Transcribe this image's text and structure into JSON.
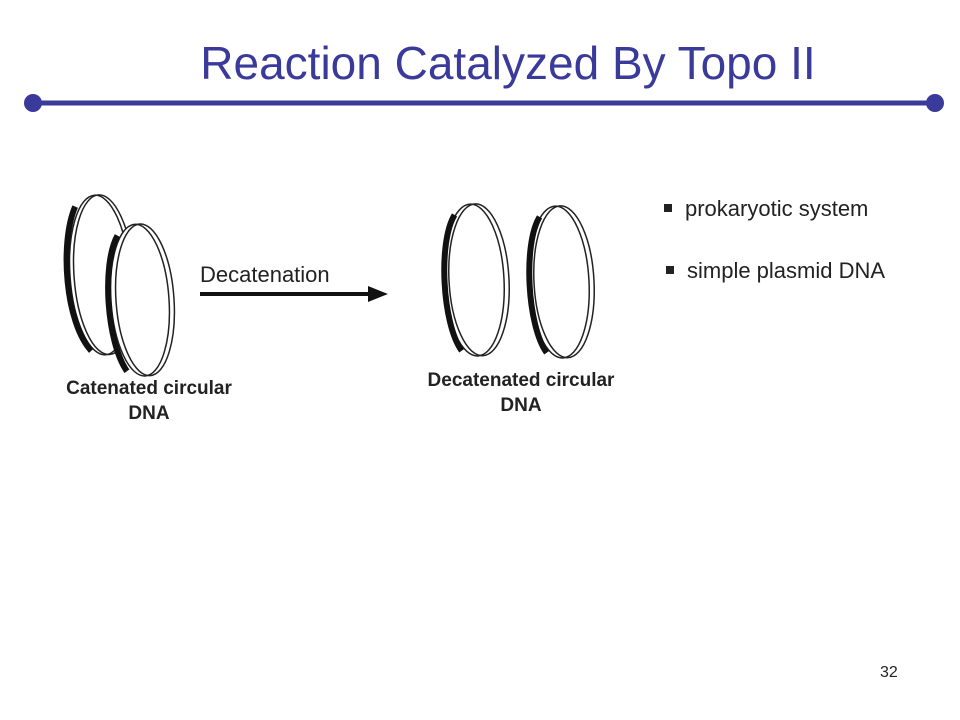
{
  "slide": {
    "title": "Reaction Catalyzed By Topo II",
    "accent_color": "#3a3a9a",
    "diagram": {
      "left_label_line1": "Catenated circular",
      "left_label_line2": "DNA",
      "arrow_label": "Decatenation",
      "right_label_line1": "Decatenated circular",
      "right_label_line2": "DNA"
    },
    "bullets": [
      {
        "text": "prokaryotic system"
      },
      {
        "text": "simple plasmid DNA"
      }
    ],
    "page_number": "32"
  }
}
